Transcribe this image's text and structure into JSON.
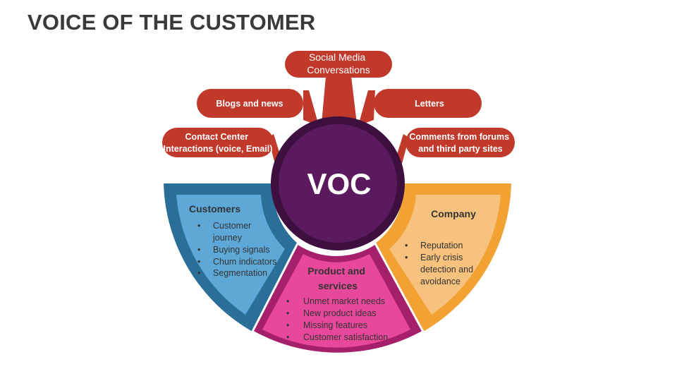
{
  "title": "VOICE OF THE CUSTOMER",
  "center": {
    "label": "VOC"
  },
  "colors": {
    "pill": "#c0392b",
    "center_outer": "#3d1040",
    "center_inner": "#5c1a5e",
    "customers_border": "#2a6f97",
    "customers_fill": "#5ea8d8",
    "product_border": "#a61f6a",
    "product_fill": "#e8489b",
    "company_border": "#f2a233",
    "company_fill": "#f7c27e"
  },
  "sources": [
    {
      "lines": [
        "Contact Center",
        "Interactions (voice, Email)"
      ]
    },
    {
      "lines": [
        "Blogs and news"
      ]
    },
    {
      "lines": [
        "Social Media",
        "Conversations"
      ]
    },
    {
      "lines": [
        "Letters"
      ]
    },
    {
      "lines": [
        "Comments from forums",
        "and third party sites"
      ]
    }
  ],
  "segments": {
    "customers": {
      "title": "Customers",
      "items": [
        [
          "Customer",
          "journey"
        ],
        [
          "Buying signals"
        ],
        [
          "Chum indicators"
        ],
        [
          "Segmentation"
        ]
      ]
    },
    "product": {
      "title": [
        "Product and",
        "services"
      ],
      "items": [
        [
          "Unmet market needs"
        ],
        [
          "New product ideas"
        ],
        [
          "Missing features"
        ],
        [
          "Customer satisfaction"
        ]
      ]
    },
    "company": {
      "title": "Company",
      "items": [
        [
          "Reputation"
        ],
        [
          "Early crisis",
          "detection and",
          "avoidance"
        ]
      ]
    }
  }
}
